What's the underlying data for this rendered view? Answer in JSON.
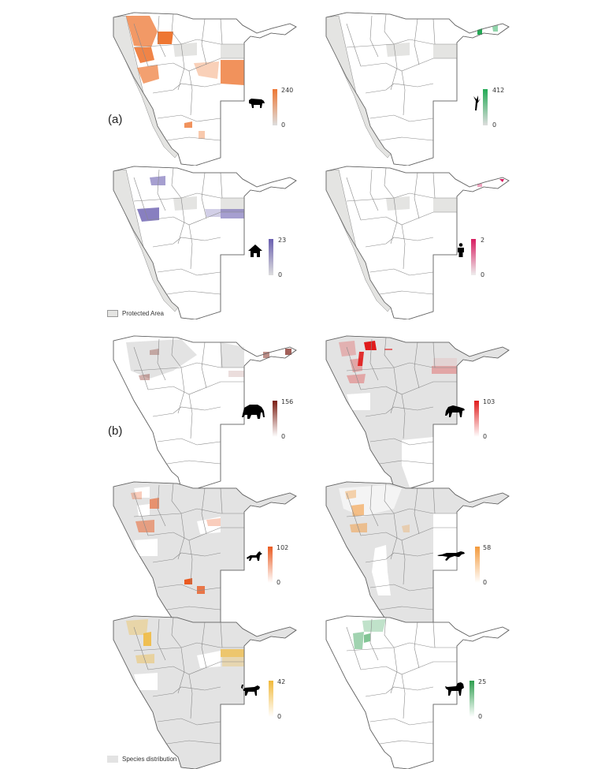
{
  "figure": {
    "panel_labels": {
      "a": "(a)",
      "b": "(b)"
    },
    "legend_keys": {
      "protected_area": {
        "label": "Protected Area",
        "color": "#e4e4e2"
      },
      "species_distribution": {
        "label": "Species distribution",
        "color": "#e3e3e3"
      }
    }
  },
  "panels": [
    {
      "id": "cattle",
      "group": "a",
      "icon": "cattle-icon",
      "max": "240",
      "min": "0",
      "color": "#ee7733",
      "bg": "protected"
    },
    {
      "id": "crops",
      "group": "a",
      "icon": "crop-icon",
      "max": "412",
      "min": "0",
      "color": "#22aa55",
      "bg": "protected"
    },
    {
      "id": "housing",
      "group": "a",
      "icon": "house-icon",
      "max": "23",
      "min": "0",
      "color": "#6a5fb0",
      "bg": "protected"
    },
    {
      "id": "human",
      "group": "a",
      "icon": "person-icon",
      "max": "2",
      "min": "0",
      "color": "#d81b60",
      "bg": "protected"
    },
    {
      "id": "elephant",
      "group": "b",
      "icon": "elephant-icon",
      "max": "156",
      "min": "0",
      "color": "#7b1d12",
      "bg": "species"
    },
    {
      "id": "hyena",
      "group": "b",
      "icon": "hyena-icon",
      "max": "103",
      "min": "0",
      "color": "#e01b1b",
      "bg": "species"
    },
    {
      "id": "jackal",
      "group": "b",
      "icon": "jackal-icon",
      "max": "102",
      "min": "0",
      "color": "#ea5a20",
      "bg": "species"
    },
    {
      "id": "cheetah",
      "group": "b",
      "icon": "cheetah-icon",
      "max": "58",
      "min": "0",
      "color": "#f39a3c",
      "bg": "species"
    },
    {
      "id": "leopard",
      "group": "b",
      "icon": "leopard-icon",
      "max": "42",
      "min": "0",
      "color": "#f1b93a",
      "bg": "species"
    },
    {
      "id": "lion",
      "group": "b",
      "icon": "lion-icon",
      "max": "25",
      "min": "0",
      "color": "#2e9e4f",
      "bg": "species"
    }
  ]
}
